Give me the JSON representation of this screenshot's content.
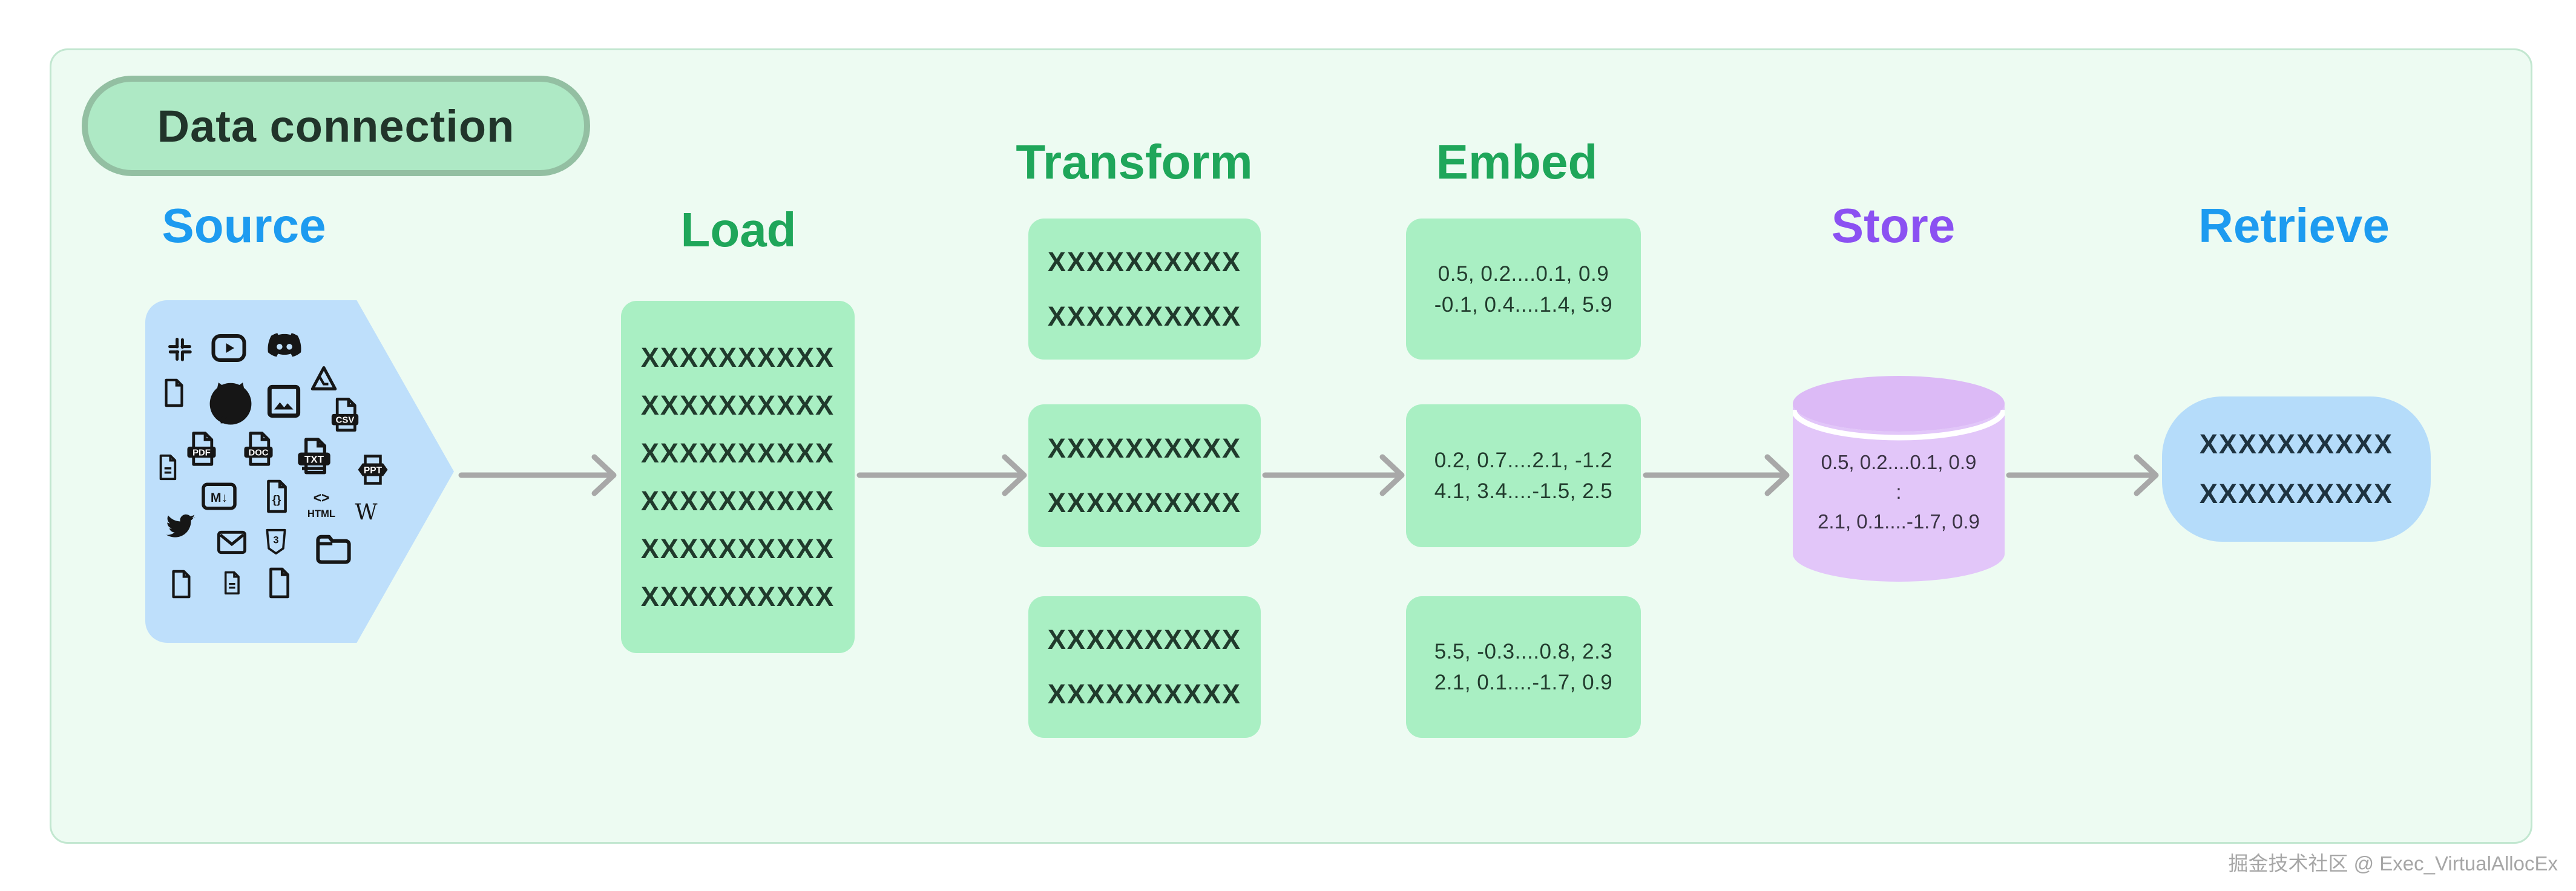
{
  "badge": {
    "label": "Data connection"
  },
  "titles": {
    "source": "Source",
    "load": "Load",
    "transform": "Transform",
    "embed": "Embed",
    "store": "Store",
    "retrieve": "Retrieve"
  },
  "load": {
    "lines": [
      "XXXXXXXXXX",
      "XXXXXXXXXX",
      "XXXXXXXXXX",
      "XXXXXXXXXX",
      "XXXXXXXXXX",
      "XXXXXXXXXX"
    ]
  },
  "transform": {
    "boxes": [
      {
        "lines": [
          "XXXXXXXXXX",
          "XXXXXXXXXX"
        ]
      },
      {
        "lines": [
          "XXXXXXXXXX",
          "XXXXXXXXXX"
        ]
      },
      {
        "lines": [
          "XXXXXXXXXX",
          "XXXXXXXXXX"
        ]
      }
    ]
  },
  "embed": {
    "boxes": [
      {
        "lines": [
          "0.5, 0.2....0.1, 0.9",
          "-0.1, 0.4....1.4, 5.9"
        ]
      },
      {
        "lines": [
          "0.2, 0.7....2.1, -1.2",
          "4.1, 3.4....-1.5, 2.5"
        ]
      },
      {
        "lines": [
          "5.5, -0.3....0.8, 2.3",
          "2.1, 0.1....-1.7, 0.9"
        ]
      }
    ]
  },
  "store": {
    "lines": [
      "0.5, 0.2....0.1, 0.9",
      ":",
      "2.1, 0.1....-1.7, 0.9"
    ]
  },
  "retrieve": {
    "lines": [
      "XXXXXXXXXX",
      "XXXXXXXXXX"
    ]
  },
  "source_icons": {
    "names": [
      "slack-icon",
      "youtube-icon",
      "discord-icon",
      "file-icon",
      "github-icon",
      "image-icon",
      "google-drive-icon",
      "csv-file-icon",
      "file-text-icon",
      "pdf-file-icon",
      "doc-file-icon",
      "txt-file-icon",
      "ppt-file-icon",
      "markdown-icon",
      "code-file-icon",
      "html-icon",
      "wikipedia-icon",
      "twitter-icon",
      "mail-icon",
      "css3-icon",
      "folder-icon",
      "file-icon",
      "file-text-icon",
      "file-icon"
    ],
    "labels": {
      "csv": "CSV",
      "pdf": "PDF",
      "doc": "DOC",
      "txt": "TXT",
      "ppt": "PPT",
      "markdown": "M↓",
      "braces": "{}",
      "html_tag": "<>",
      "html": "HTML",
      "wikipedia": "W",
      "css": "3"
    }
  },
  "watermark": {
    "text": "掘金技术社区 @ Exec_VirtualAllocEx"
  },
  "colors": {
    "title_blue": "#1d9bf0",
    "title_green": "#1fa65a",
    "title_purple": "#8b51f2",
    "box_green": "#a9efc3",
    "source_blue": "#bedffb",
    "store_purple": "#e2c6f9",
    "retrieve_blue": "#b5dcfa",
    "badge_fill": "#aee9c5",
    "badge_border": "#93bfa2",
    "container_fill": "#edfbf2",
    "arrow_gray": "#a8a8a8"
  }
}
